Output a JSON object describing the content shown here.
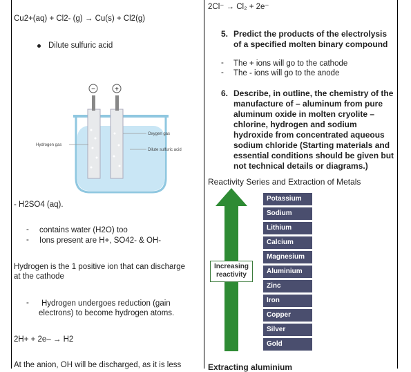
{
  "left": {
    "equation1": "Cu2+(aq) + Cl2- (g)  → Cu(s)  +  Cl2(g)",
    "bullet_item": "Dilute sulfuric acid",
    "diagram": {
      "hydrogen_label": "Hydrogen gas",
      "oxygen_label": "Oxygen gas",
      "acid_label": "Dilute sulfuric acid",
      "minus": "−",
      "plus": "+"
    },
    "h2so4": "- H2SO4 (aq).",
    "dash_list": [
      "contains water (H2O) too",
      "Ions present are H+, SO42-  & OH-"
    ],
    "hydrogen_para_1": "Hydrogen is the 1 positive ion that can discharge",
    "hydrogen_para_2": "at the cathode",
    "reduction_1": "Hydrogen undergoes reduction (gain",
    "reduction_2": "electrons) to become hydrogen atoms.",
    "equation2": "2H+  + 2e– → H2",
    "anion_text": "At the anion, OH will be discharged, as it is less"
  },
  "right": {
    "eq_top": "2Cl⁻ → Cl₂ + 2e⁻",
    "q5_num": "5.",
    "q5_lines": [
      "Predict the products of the electrolysis",
      "of a specified molten binary compound"
    ],
    "dash_list": [
      "The + ions will go to the cathode",
      "The - ions will go to the anode"
    ],
    "q6_num": "6.",
    "q6_lines": [
      "Describe, in outline, the chemistry of the",
      "manufacture of – aluminum from pure",
      "aluminum oxide in molten cryolite –",
      "chlorine, hydrogen and sodium",
      "hydroxide from concentrated aqueous",
      "sodium chloride (Starting materials and",
      "essential conditions should be given but",
      "not technical details or diagrams.)"
    ],
    "reactivity_heading": "Reactivity Series and Extraction of Metals",
    "arrow_label": "Increasing reactivity",
    "metals": [
      "Potassium",
      "Sodium",
      "Lithium",
      "Calcium",
      "Magnesium",
      "Aluminium",
      "Zinc",
      "Iron",
      "Copper",
      "Silver",
      "Gold"
    ],
    "extracting_heading": "Extracting aluminium"
  },
  "colors": {
    "arrow_green": "#2e8b34",
    "metal_bar": "#4a4e6e",
    "beaker_blue": "#bfe2f3"
  }
}
